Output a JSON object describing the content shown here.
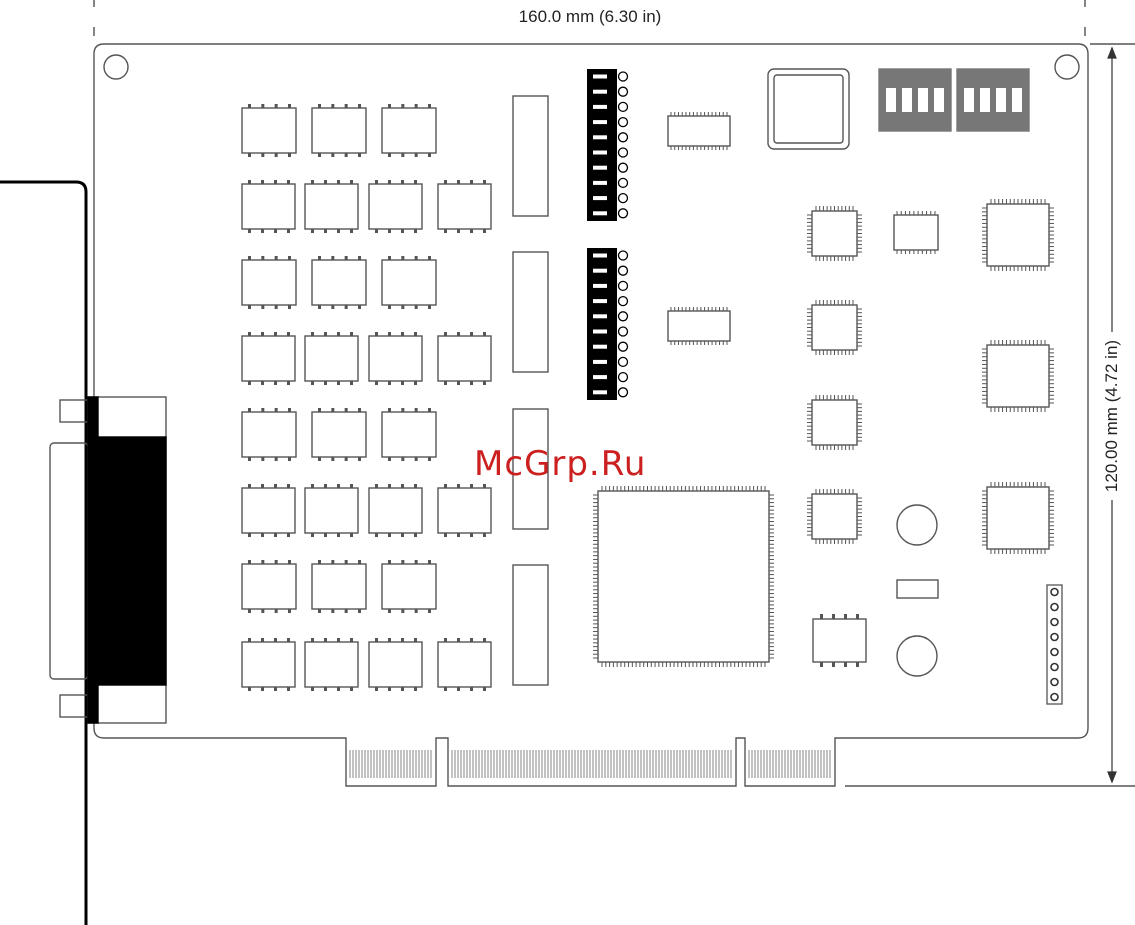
{
  "dimensions": {
    "width_label": "160.0 mm (6.30 in)",
    "height_label": "120.00 mm (4.72 in)"
  },
  "watermark": "McGrp.Ru",
  "colors": {
    "line": "#555555",
    "dark_component": "#777777",
    "connector_fill": "#000000",
    "watermark": "#cc1f1f"
  }
}
